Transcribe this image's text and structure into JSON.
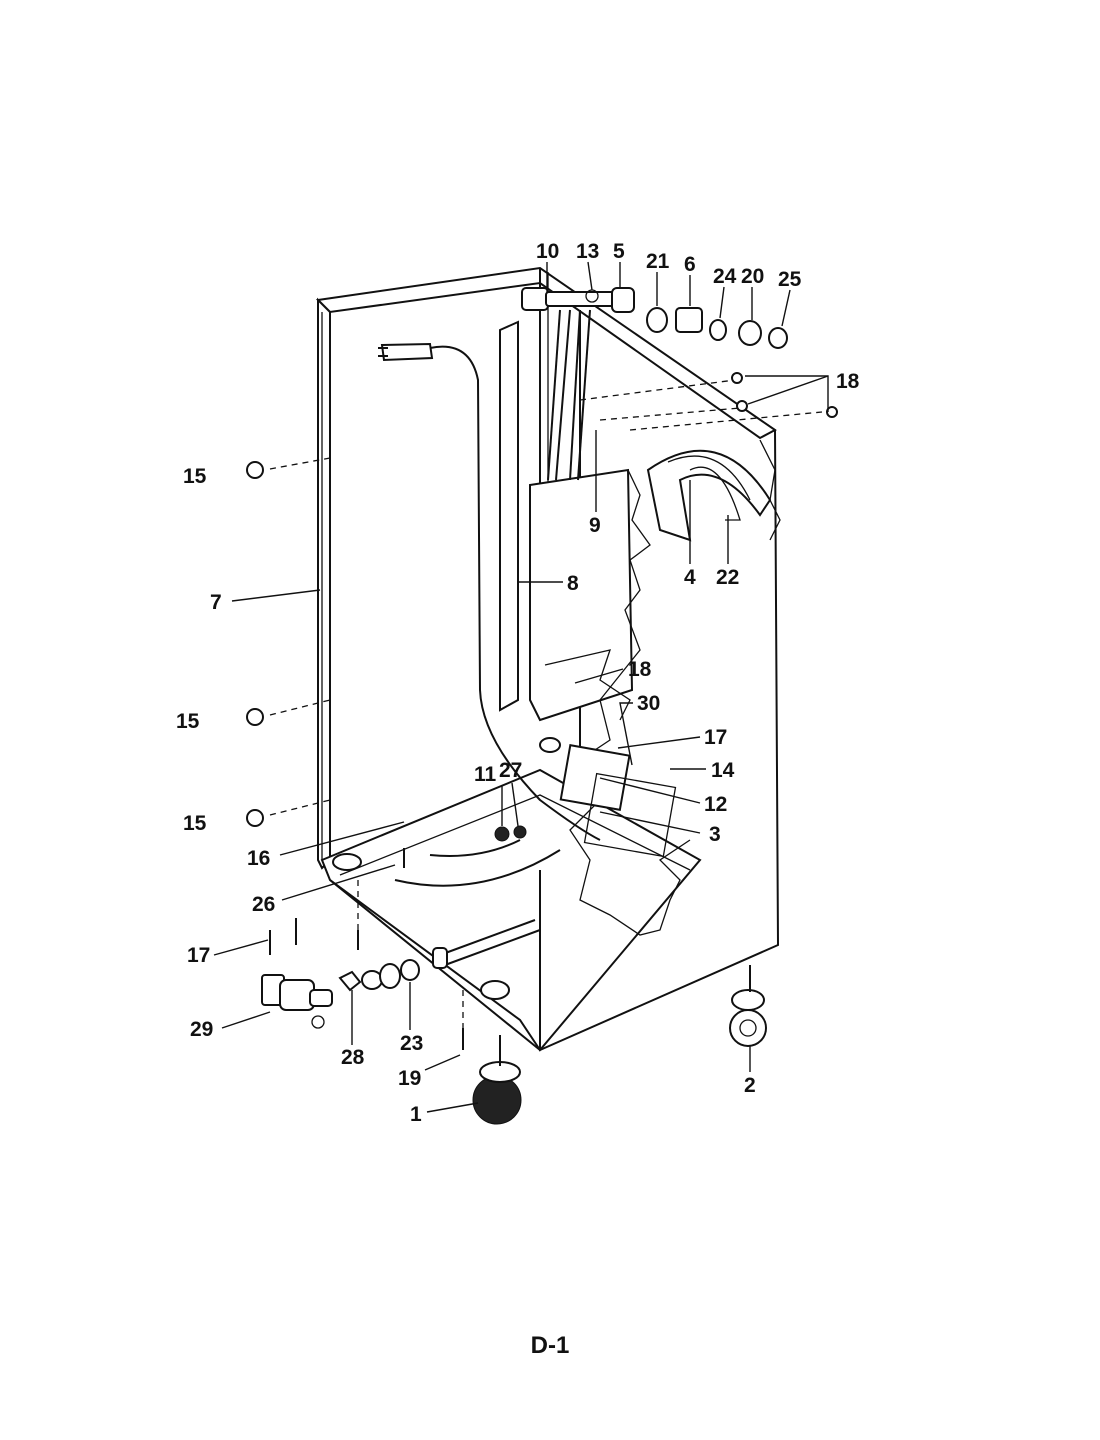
{
  "page_label": "D-1",
  "callouts": [
    {
      "id": "c10",
      "text": "10"
    },
    {
      "id": "c13",
      "text": "13"
    },
    {
      "id": "c5",
      "text": "5"
    },
    {
      "id": "c21",
      "text": "21"
    },
    {
      "id": "c6",
      "text": "6"
    },
    {
      "id": "c24",
      "text": "24"
    },
    {
      "id": "c20",
      "text": "20"
    },
    {
      "id": "c25",
      "text": "25"
    },
    {
      "id": "c18a",
      "text": "18"
    },
    {
      "id": "c15a",
      "text": "15"
    },
    {
      "id": "c9",
      "text": "9"
    },
    {
      "id": "c4",
      "text": "4"
    },
    {
      "id": "c22",
      "text": "22"
    },
    {
      "id": "c7",
      "text": "7"
    },
    {
      "id": "c8",
      "text": "8"
    },
    {
      "id": "c18b",
      "text": "18"
    },
    {
      "id": "c30",
      "text": "30"
    },
    {
      "id": "c15b",
      "text": "15"
    },
    {
      "id": "c17a",
      "text": "17"
    },
    {
      "id": "c14",
      "text": "14"
    },
    {
      "id": "c11",
      "text": "11"
    },
    {
      "id": "c27",
      "text": "27"
    },
    {
      "id": "c12",
      "text": "12"
    },
    {
      "id": "c15c",
      "text": "15"
    },
    {
      "id": "c3",
      "text": "3"
    },
    {
      "id": "c16",
      "text": "16"
    },
    {
      "id": "c26",
      "text": "26"
    },
    {
      "id": "c17b",
      "text": "17"
    },
    {
      "id": "c29",
      "text": "29"
    },
    {
      "id": "c28",
      "text": "28"
    },
    {
      "id": "c23",
      "text": "23"
    },
    {
      "id": "c19",
      "text": "19"
    },
    {
      "id": "c1",
      "text": "1"
    },
    {
      "id": "c2",
      "text": "2"
    }
  ]
}
